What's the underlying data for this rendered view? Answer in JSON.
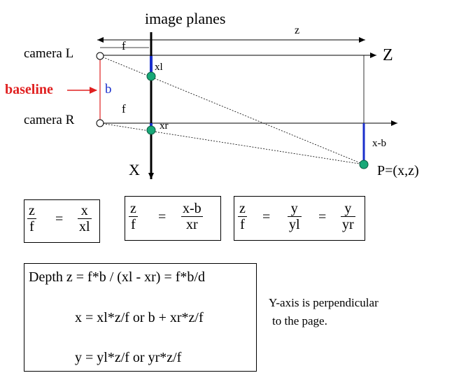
{
  "diagram": {
    "title": "image planes",
    "z_label": "z",
    "f_top": "f",
    "f_bottom": "f",
    "Z_axis_label": "Z",
    "X_axis_label": "X",
    "camera_L": "camera  L",
    "camera_R": "camera  R",
    "baseline": "baseline",
    "b": "b",
    "xl": "xl",
    "xr": "xr",
    "x_minus_b": "x-b",
    "point": "P=(x,z)",
    "colors": {
      "baseline_red": "#e02020",
      "blue_segment": "#1a2fcc",
      "green_point": "#18a878"
    }
  },
  "equations": {
    "eq1": {
      "lhs_num": "z",
      "lhs_den": "f",
      "eq": "=",
      "rhs_num": "x",
      "rhs_den": "xl"
    },
    "eq2": {
      "lhs_num": "z",
      "lhs_den": "f",
      "eq": "=",
      "rhs_num": "x-b",
      "rhs_den": "xr"
    },
    "eq3": {
      "lhs_num": "z",
      "lhs_den": "f",
      "eq1": "=",
      "mid_num": "y",
      "mid_den": "yl",
      "eq2": "=",
      "rhs_num": "y",
      "rhs_den": "yr"
    }
  },
  "depth_box": {
    "line1": "Depth  z =  f*b / (xl - xr) = f*b/d",
    "line2": "x = xl*z/f   or  b + xr*z/f",
    "line3": "y = yl*z/f    or    yr*z/f"
  },
  "note": {
    "line1": "Y-axis is  perpendicular",
    "line2": "to the page."
  }
}
